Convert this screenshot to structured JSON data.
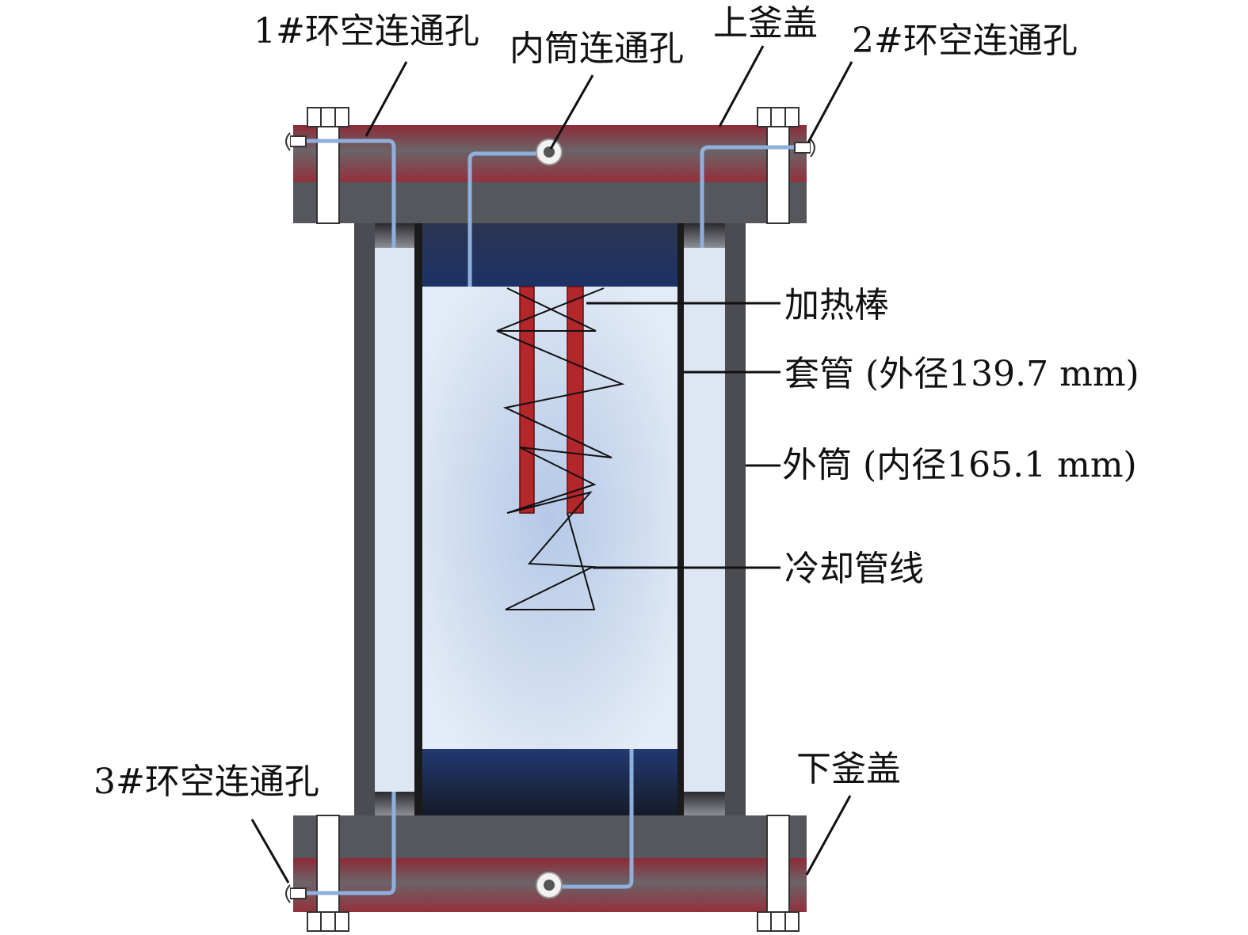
{
  "title": "反应釜结构示意图",
  "labels": {
    "annulus_port_1": "1#环空连通孔",
    "inner_port": "内筒连通孔",
    "upper_lid": "上釜盖",
    "annulus_port_2": "2#环空连通孔",
    "heater_rod": "加热棒",
    "casing": "套管 (外径139.7 mm)",
    "outer_cylinder": "外筒 (内径165.1 mm)",
    "cooling_line": "冷却管线",
    "annulus_port_3": "3#环空连通孔",
    "lower_lid": "下釜盖"
  },
  "colors": {
    "lid_red": "#8e2a36",
    "lid_gray": "#55575c",
    "wall": "#4a4c52",
    "navy": "#1f2d50",
    "fluid": "#dbe5f2",
    "pipe": "#8fb0dc",
    "heater": "#b3262a"
  }
}
